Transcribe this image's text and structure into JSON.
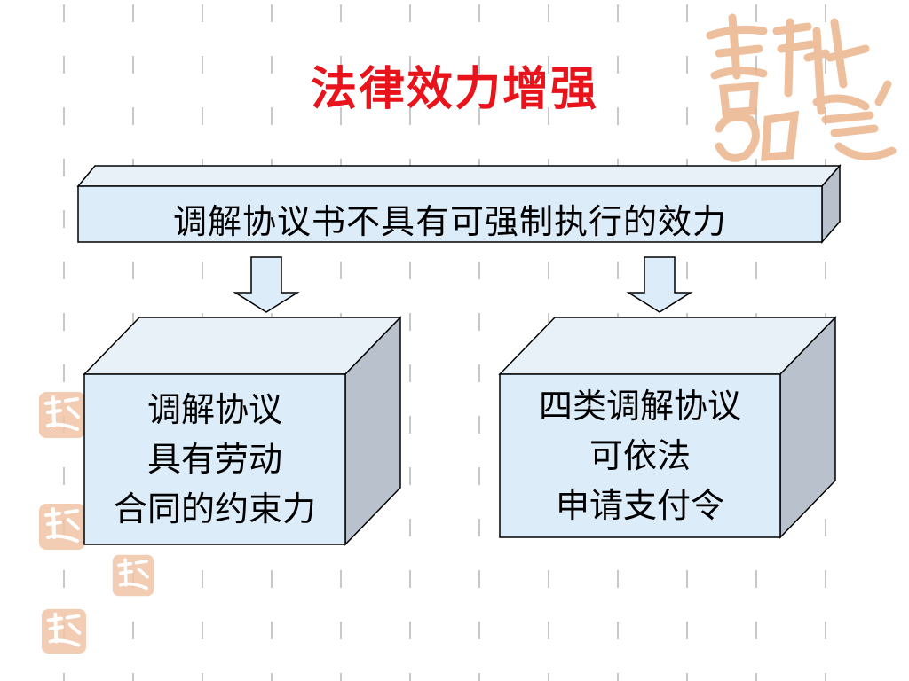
{
  "title": "法律效力增强",
  "top_box": {
    "text": "调解协议书不具有可强制执行的效力"
  },
  "left_box": {
    "lines": [
      "调解协议",
      "具有劳动",
      "合同的约束力"
    ]
  },
  "right_box": {
    "lines": [
      "四类调解协议",
      "可依法",
      "申请支付令"
    ]
  },
  "colors": {
    "title": "#e8131b",
    "box_face": "#dcecf8",
    "box_side": "#b9c2cc",
    "box_top": "#e9f1f8",
    "outline": "#000000",
    "dash": "#c8c8c8",
    "stamp": "#e9a173"
  },
  "stamp_icons": [
    "auspicious-seal-icon"
  ]
}
